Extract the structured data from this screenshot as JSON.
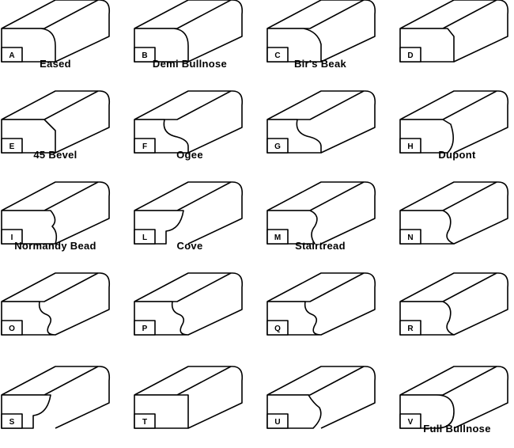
{
  "profiles": [
    {
      "letter": "A",
      "name": "Eased",
      "shape": "eased"
    },
    {
      "letter": "B",
      "name": "Demi Bullnose",
      "shape": "demi"
    },
    {
      "letter": "C",
      "name": "Bir's Beak",
      "shape": "birdsbeak"
    },
    {
      "letter": "D",
      "name": "",
      "shape": "bevel-small"
    },
    {
      "letter": "E",
      "name": "45 Bevel",
      "shape": "bevel45"
    },
    {
      "letter": "F",
      "name": "Ogee",
      "shape": "ogee"
    },
    {
      "letter": "G",
      "name": "",
      "shape": "ogee"
    },
    {
      "letter": "H",
      "name": "Dupont",
      "shape": "dupont"
    },
    {
      "letter": "I",
      "name": "Normandy Bead",
      "shape": "normandy"
    },
    {
      "letter": "L",
      "name": "Cove",
      "shape": "cove"
    },
    {
      "letter": "M",
      "name": "Stairtread",
      "shape": "stair"
    },
    {
      "letter": "N",
      "name": "",
      "shape": "stairstep"
    },
    {
      "letter": "O",
      "name": "",
      "shape": "triple"
    },
    {
      "letter": "P",
      "name": "",
      "shape": "triple"
    },
    {
      "letter": "Q",
      "name": "",
      "shape": "triple"
    },
    {
      "letter": "R",
      "name": "",
      "shape": "stairstep"
    },
    {
      "letter": "S",
      "name": "",
      "shape": "cove"
    },
    {
      "letter": "T",
      "name": "",
      "shape": "square"
    },
    {
      "letter": "U",
      "name": "",
      "shape": "bevelbead"
    },
    {
      "letter": "V",
      "name": "Full Bullnose",
      "shape": "fullbull"
    }
  ]
}
